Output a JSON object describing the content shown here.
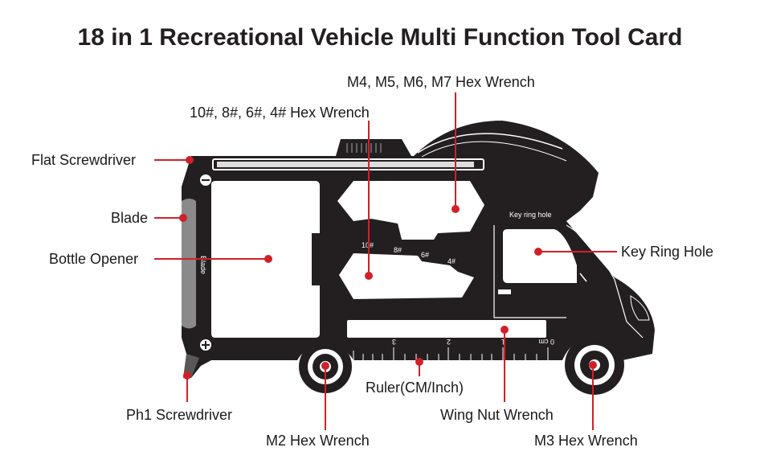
{
  "title": "18 in 1 Recreational Vehicle Multi Function Tool Card",
  "accent_color": "#d0202a",
  "card_color": "#231f20",
  "labels": {
    "m4_m7": "M4, M5, M6, M7 Hex Wrench",
    "hex_10_4": "10#, 8#, 6#, 4# Hex Wrench",
    "flat_screwdriver": "Flat Screwdriver",
    "blade": "Blade",
    "bottle_opener": "Bottle Opener",
    "key_ring_hole": "Key Ring Hole",
    "ph1_screwdriver": "Ph1 Screwdriver",
    "ruler": "Ruler(CM/Inch)",
    "wing_nut": "Wing Nut Wrench",
    "m2_hex": "M2 Hex Wrench",
    "m3_hex": "M3 Hex Wrench"
  },
  "card_text": {
    "blade": "Blade",
    "key_ring_hole": "Key ring hole",
    "size_10": "10#",
    "size_8": "8#",
    "size_6": "6#",
    "size_4": "4#",
    "ruler_0": "0 cm",
    "ruler_1": "1",
    "ruler_2": "2",
    "ruler_3": "3"
  }
}
